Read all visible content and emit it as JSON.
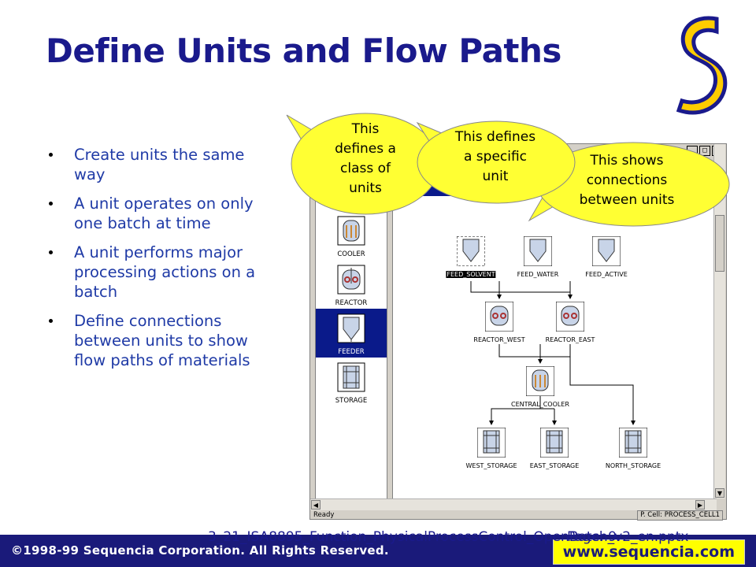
{
  "slide": {
    "title": "Define Units and Flow Paths",
    "bullets": [
      "Create units the same way",
      "A unit operates on only one batch at time",
      "A unit performs major processing actions on a batch",
      "Define connections between units to show flow paths of materials"
    ]
  },
  "window": {
    "buttons": [
      "_",
      "□",
      "×"
    ],
    "status_ready": "Ready",
    "status_cell": "P. Cell: PROCESS_CELL1"
  },
  "palette": {
    "items": [
      {
        "label": "COOLER",
        "icon": "cooler-icon"
      },
      {
        "label": "REACTOR",
        "icon": "reactor-icon"
      },
      {
        "label": "FEEDER",
        "icon": "feeder-icon",
        "selected": true
      },
      {
        "label": "STORAGE",
        "icon": "storage-icon"
      }
    ]
  },
  "diagram": {
    "units": {
      "feed_solvent": "FEED_SOLVENT",
      "feed_water": "FEED_WATER",
      "feed_active": "FEED_ACTIVE",
      "reactor_west": "REACTOR_WEST",
      "reactor_east": "REACTOR_EAST",
      "central_cooler": "CENTRAL_COOLER",
      "west_storage": "WEST_STORAGE",
      "east_storage": "EAST_STORAGE",
      "north_storage": "NORTH_STORAGE"
    }
  },
  "callouts": {
    "class_of_units": [
      "This",
      "defines a",
      "class of",
      "units"
    ],
    "specific_unit": [
      "This defines",
      "a specific",
      "unit"
    ],
    "connections": [
      "This shows",
      "connections",
      "between units"
    ]
  },
  "footer": {
    "copyright": "©1998-99 Sequencia Corporation.  All Rights Reserved.",
    "website": "www.sequencia.com",
    "filename": "3_21_ISA8895_Function_PhysicalProcessControl_OpenBatch_v2_en.pptx",
    "page": "Page: 9"
  },
  "colors": {
    "title": "#1a1a8c",
    "bullet_text": "#1f3aa6",
    "callout_fill": "#ffff33",
    "footer_bar": "#1a1a7a",
    "selection_blue": "#0a1a8a"
  }
}
